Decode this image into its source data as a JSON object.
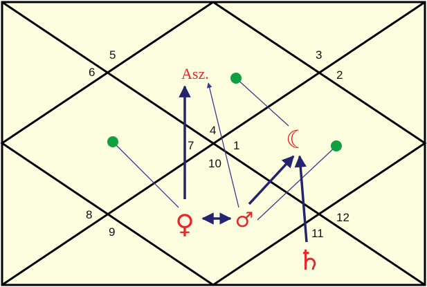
{
  "diagram": {
    "colors": {
      "background": "#fdfde0",
      "frame": "#000000",
      "planet": "#e8262a",
      "arrow": "#23236e",
      "thin_line": "#3a3a8a",
      "marker": "#10a040"
    },
    "house_numbers": [
      "1",
      "2",
      "3",
      "4",
      "5",
      "6",
      "7",
      "8",
      "9",
      "10",
      "11",
      "12"
    ],
    "ascendant_label": "Asz.",
    "planets": {
      "venus": "♀",
      "mars": "♂",
      "moon": "☾",
      "saturn": "♄"
    },
    "markers": [
      "green-dot",
      "green-dot",
      "green-dot"
    ]
  }
}
